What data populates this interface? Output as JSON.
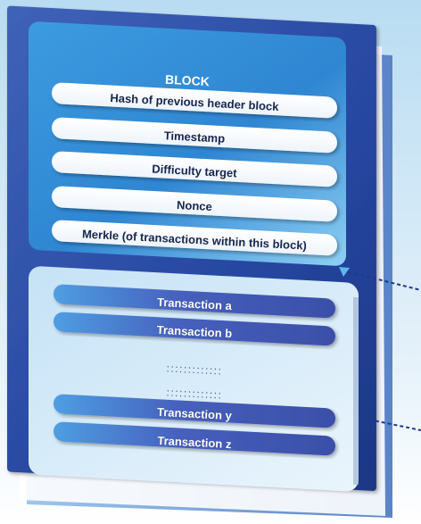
{
  "block": {
    "title": "BLOCK",
    "header_fields": [
      "Hash of previous header block",
      "Timestamp",
      "Difficulty target",
      "Nonce",
      "Merkle (of transactions within this block)"
    ]
  },
  "transactions": {
    "items": [
      "Transaction a",
      "Transaction b",
      "Transaction y",
      "Transaction z"
    ],
    "ellipsis": [
      ":::::::::::::",
      ":::::::::::::"
    ]
  },
  "colors": {
    "outer_frame": "#2a4aa0",
    "header_panel": "#2f8ed6",
    "transactions_panel": "#cfe6f7",
    "transaction_bar": "#4a67c0",
    "field_pill": "#ffffff",
    "connector": "#1f3a8a"
  }
}
